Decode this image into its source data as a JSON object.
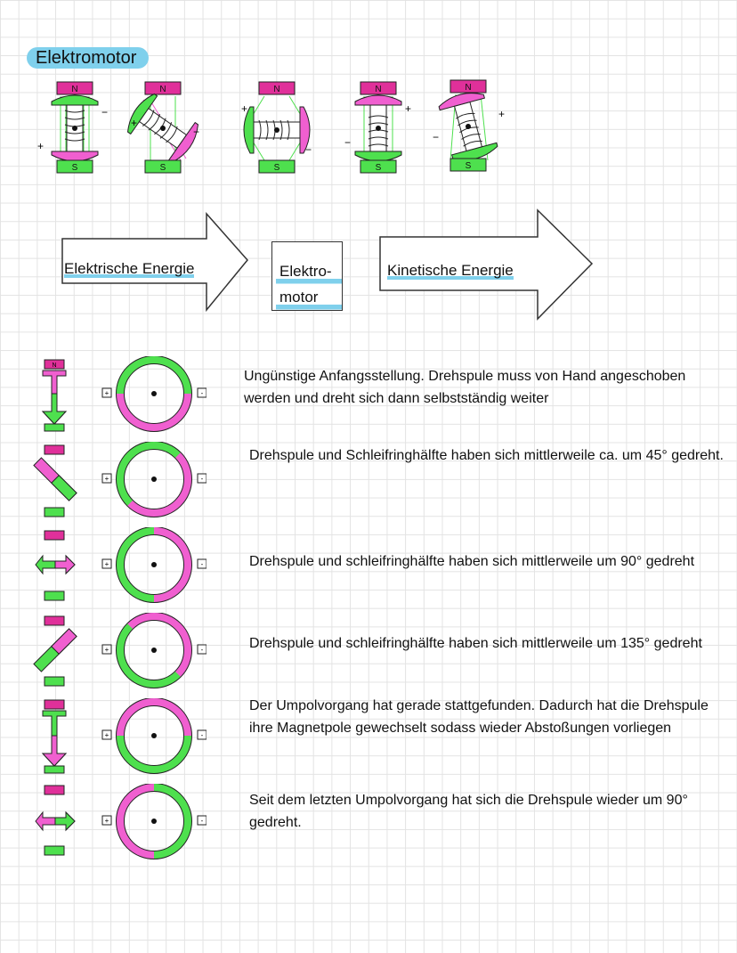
{
  "title": "Elektromotor",
  "flow": {
    "input": "Elektrische Energie",
    "machine_line1": "Elektro-",
    "machine_line2": "motor",
    "output": "Kinetische Energie"
  },
  "motors": {
    "pole_n": "N",
    "pole_s": "S",
    "plus": "+",
    "minus": "−"
  },
  "rows": [
    {
      "text": "Ungünstige Anfangsstellung. Drehspule muss von Hand angeschoben werden und dreht sich dann selbstständig weiter"
    },
    {
      "text": "Drehspule und Schleifringhälfte haben sich mittlerweile ca. um 45° gedreht."
    },
    {
      "text": "Drehspule und schleifringhälfte haben sich mittlerweile um 90° gedreht"
    },
    {
      "text": "Drehspule und schleifringhälfte haben sich mittlerweile um 135° gedreht"
    },
    {
      "text": "Der Umpolvorgang hat gerade stattgefunden. Dadurch hat die Drehspule ihre Magnetpole gewechselt sodass wieder Abstoßungen vorliegen"
    },
    {
      "text": "Seit dem letzten Umpolvorgang hat sich die Drehspule wieder um 90° gedreht."
    }
  ],
  "ring_terminals": {
    "plus": "+",
    "minus": "-"
  },
  "colors": {
    "green": "#4ee04e",
    "pink": "#f05fd0",
    "magenta": "#e0309a",
    "yellow": "#f3f060",
    "accent": "#7fd0ec"
  }
}
